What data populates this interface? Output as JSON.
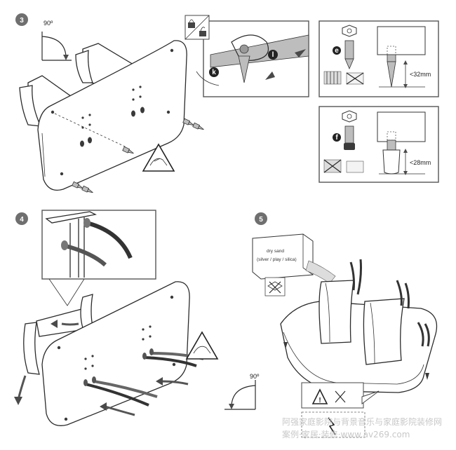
{
  "steps": [
    {
      "number": "3"
    },
    {
      "number": "4"
    },
    {
      "number": "5"
    }
  ],
  "angles": {
    "step3": "90º",
    "step5": "90º"
  },
  "callouts": {
    "k": "k",
    "l": "l",
    "e": "e",
    "f": "f"
  },
  "measurements": {
    "spike_height": "<32mm",
    "foot_height": "<28mm"
  },
  "sand_box": {
    "line1": "dry sand",
    "line2": "(silver / play / silica)"
  },
  "watermark": {
    "line1": "阿强家庭影院与背景音乐与家庭影院装修网",
    "line2": "案例·家居·装修·www.av269.com"
  },
  "icons": [
    "step-badge-icon",
    "rotate-arrow-icon",
    "lock-unlock-icon",
    "pinch-hazard-icon",
    "nut-icon",
    "spike-icon",
    "foot-icon",
    "carpet-icon",
    "hard-floor-icon",
    "no-box-icon",
    "warning-icon",
    "cross-icon",
    "sand-bag-icon"
  ]
}
